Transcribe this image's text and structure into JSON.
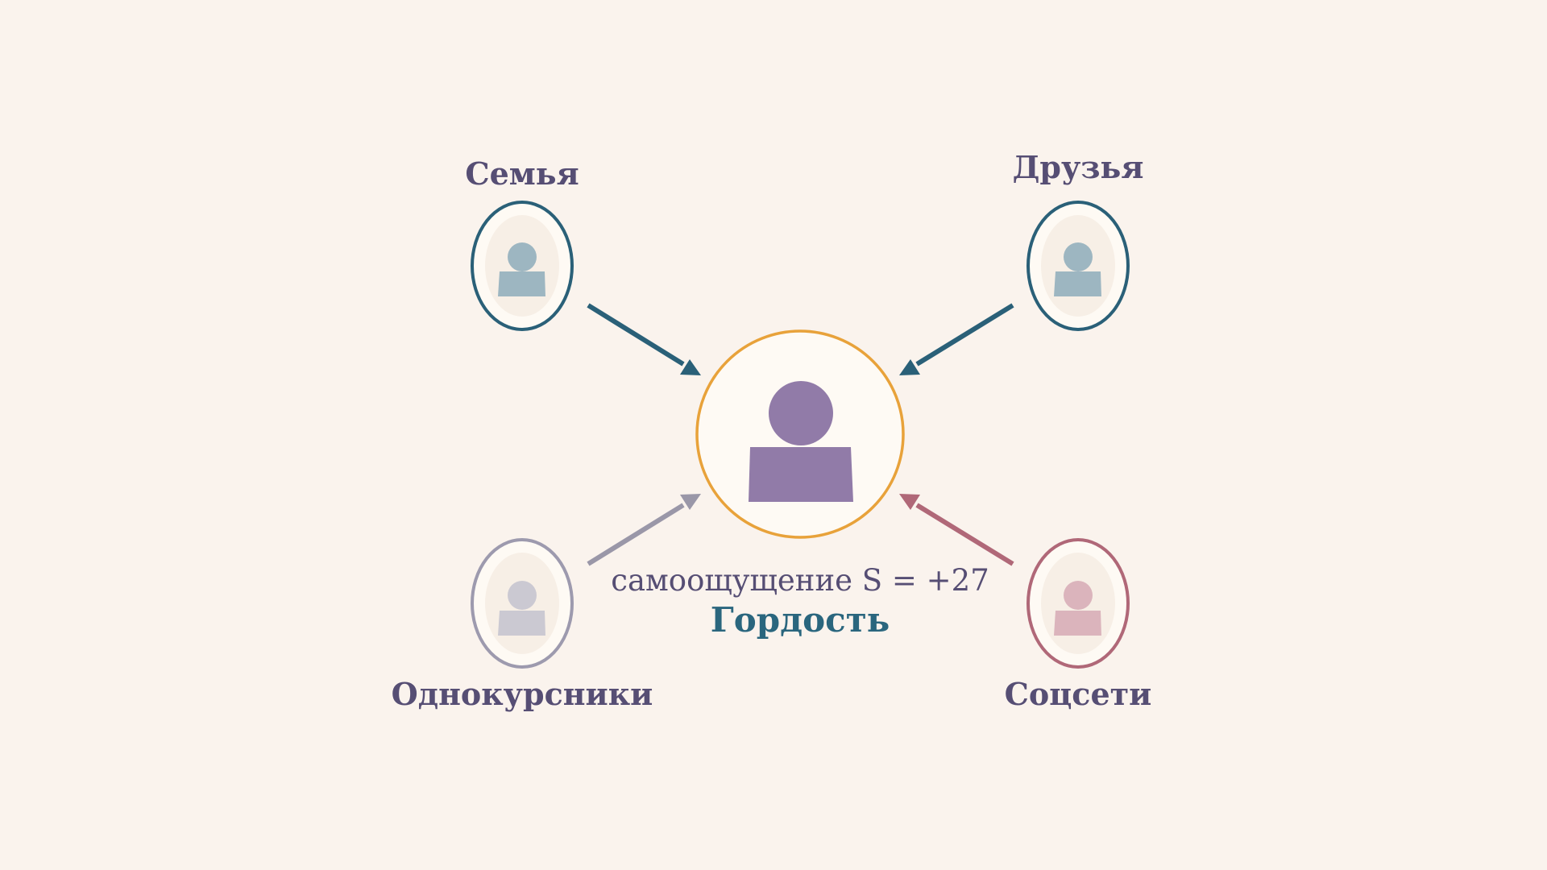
{
  "center": {
    "ring_color": "#e8a23a",
    "figure_color": "#917ba8",
    "fill": "#fefaf4",
    "self_feeling_text": "самоощущение S = +27",
    "emotion_label": "Гордость",
    "emotion_color": "#2a667e"
  },
  "groups": [
    {
      "label": "Семья",
      "ring_color": "#2a6078",
      "figure_color": "#9db6c1",
      "arrow_color": "#2a6078",
      "arrow_direction": "toward-center"
    },
    {
      "label": "Друзья",
      "ring_color": "#2a6078",
      "figure_color": "#9db6c1",
      "arrow_color": "#2a6078",
      "arrow_direction": "toward-center"
    },
    {
      "label": "Однокурсники",
      "ring_color": "#9d9aae",
      "figure_color": "#cbc9d2",
      "arrow_color": "#9a97a8",
      "arrow_direction": "toward-center"
    },
    {
      "label": "Соцсети",
      "ring_color": "#b06878",
      "figure_color": "#dbb4bc",
      "arrow_color": "#b06878",
      "arrow_direction": "toward-center"
    }
  ]
}
